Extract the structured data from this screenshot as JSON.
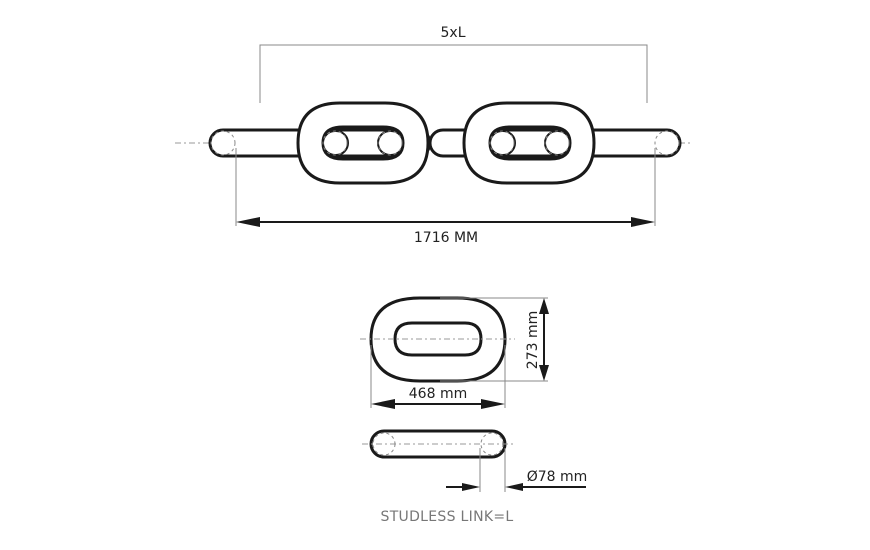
{
  "chain_view": {
    "pitch_label": "5xL",
    "length_label": "1716 MM"
  },
  "single_link_view": {
    "width_label": "468 mm",
    "height_label": "273 mm"
  },
  "side_view": {
    "diameter_label": "Ø78 mm"
  },
  "caption": "STUDLESS LINK=L"
}
